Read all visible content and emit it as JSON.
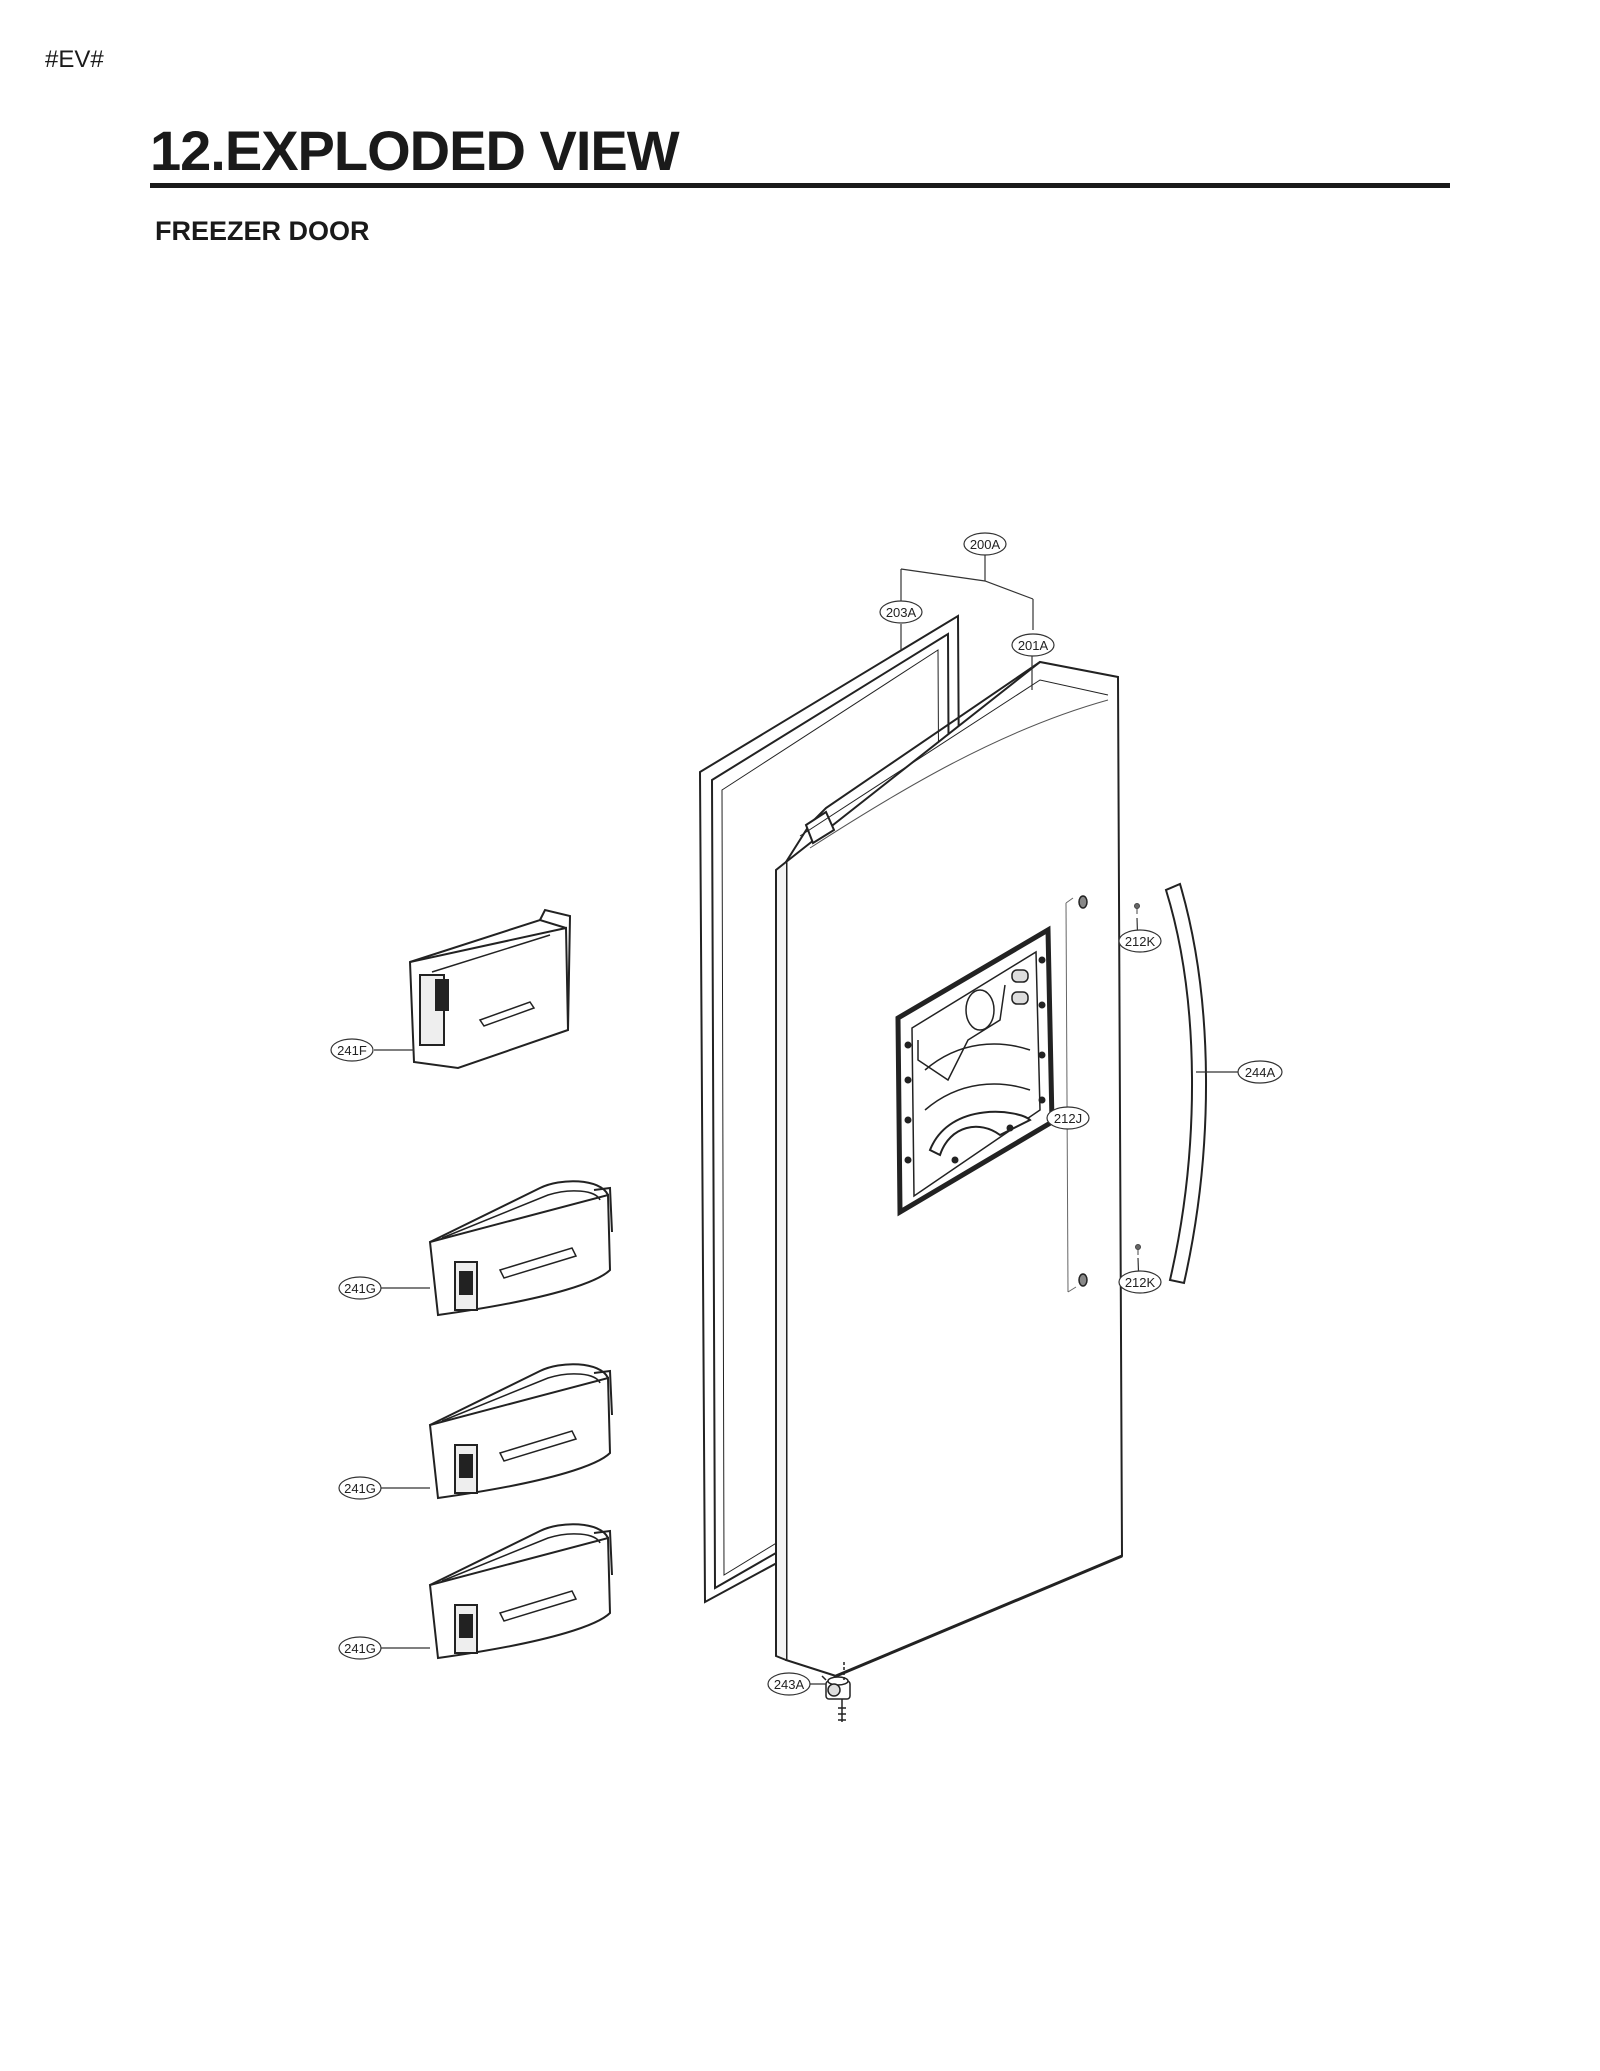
{
  "page_tag": "#EV#",
  "title": "12.EXPLODED VIEW",
  "section": "FREEZER DOOR",
  "callouts": {
    "c200A": "200A",
    "c203A": "203A",
    "c201A": "201A",
    "c212K_top": "212K",
    "c244A": "244A",
    "c212J": "212J",
    "c212K_bottom": "212K",
    "c241F": "241F",
    "c241G_1": "241G",
    "c241G_2": "241G",
    "c241G_3": "241G",
    "c243A": "243A"
  }
}
